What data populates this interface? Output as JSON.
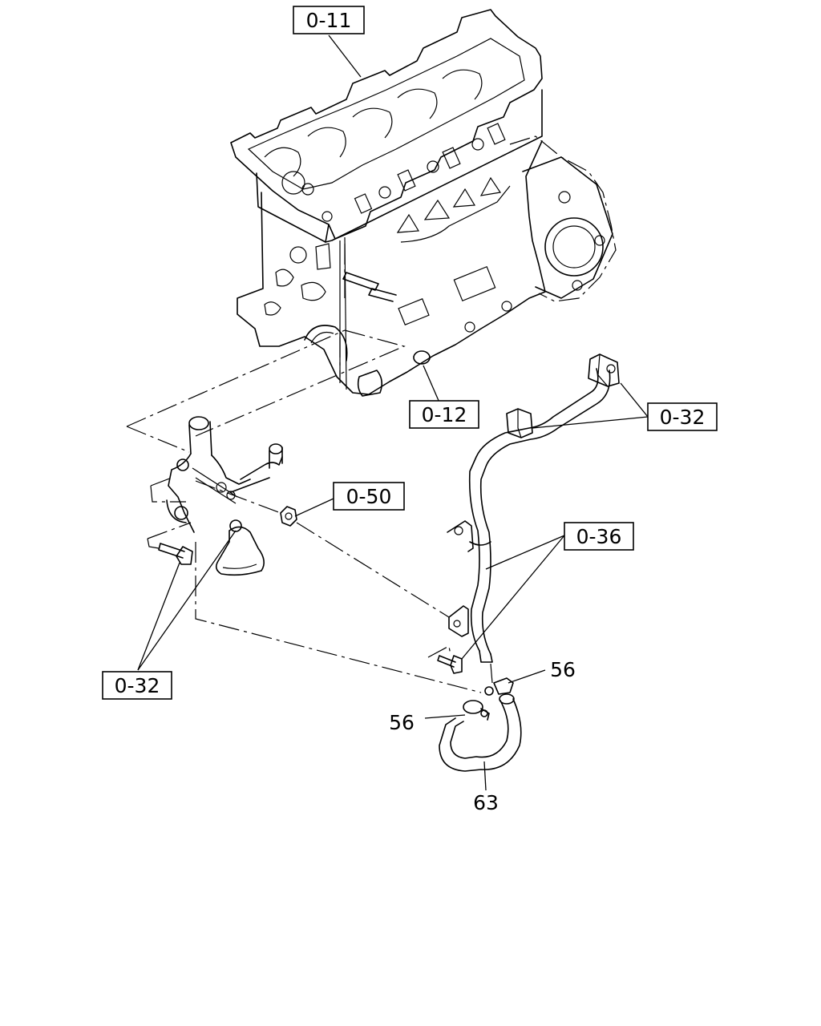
{
  "callouts": {
    "engine_block": "0-11",
    "oil_plug": "0-12",
    "pipe_clips": "0-32",
    "nut": "0-50",
    "pipe_mount": "0-36",
    "pump_bolts": "0-32",
    "clip_upper": "56",
    "clip_lower": "56",
    "hose": "63"
  }
}
